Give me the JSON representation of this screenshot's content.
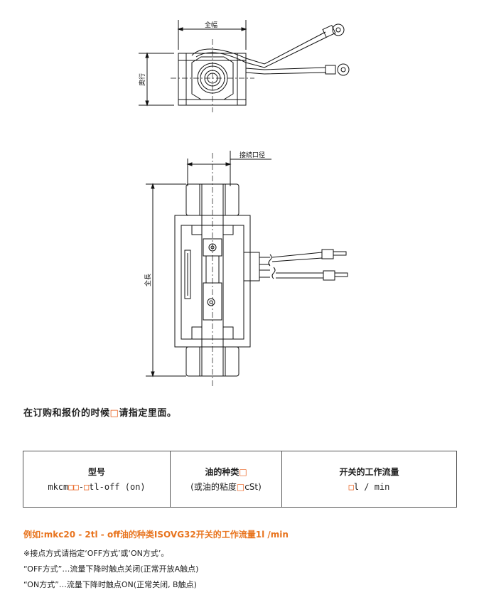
{
  "drawing": {
    "top_view": {
      "width_label": "全幅",
      "depth_label": "奥行"
    },
    "side_view": {
      "port_label": "接続口径",
      "length_label": "全長"
    }
  },
  "instruction": {
    "before": "在订购和报价的时候",
    "square": "□",
    "after": "请指定里面。"
  },
  "spec_table": {
    "col1": {
      "heading": "型号",
      "prefix": "mkcm",
      "squares_a": "□□",
      "dash": "-",
      "square_b": "□",
      "suffix": "tl-off (on)"
    },
    "col2": {
      "heading_text": "油的种类",
      "heading_square": "□",
      "open": "(或油的粘度",
      "square": "□",
      "close": "cSt)"
    },
    "col3": {
      "heading": "开关的工作流量",
      "square": "□",
      "unit": "l / min"
    }
  },
  "example": "例如:mkc20 - 2tl - off油的种类ISOVG32开关的工作流量1l /min",
  "notes": [
    "※接点方式请指定‘OFF方式’或‘ON方式’。",
    "“OFF方式”…流量下降时触点关闭(正常开放A触点)",
    "“ON方式”…流量下降时触点ON(正常关闭, B触点)"
  ]
}
